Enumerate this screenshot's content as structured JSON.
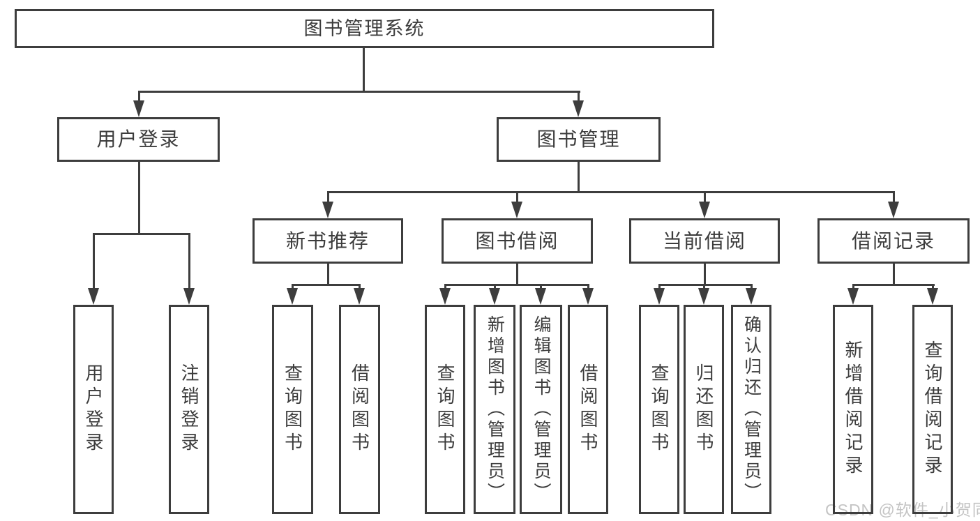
{
  "diagram": {
    "root": {
      "label": "图书管理系统"
    },
    "branches": {
      "user_login": {
        "label": "用户登录",
        "children": [
          "用户登录",
          "注销登录"
        ]
      },
      "book_mgmt": {
        "label": "图书管理"
      }
    },
    "modules": [
      {
        "label": "新书推荐",
        "children": [
          "查询图书",
          "借阅图书"
        ]
      },
      {
        "label": "图书借阅",
        "children": [
          "查询图书",
          "新增图书（管理员）",
          "编辑图书（管理员）",
          "借阅图书"
        ]
      },
      {
        "label": "当前借阅",
        "children": [
          "查询图书",
          "归还图书",
          "确认归还（管理员）"
        ]
      },
      {
        "label": "借阅记录",
        "children": [
          "新增借阅记录",
          "查询借阅记录"
        ]
      }
    ]
  },
  "watermark": {
    "text": "CSDN @软件_小贺同学"
  },
  "colors": {
    "line": "#3d3d3d",
    "text": "#3c3c3c",
    "watermark": "#c4c4c4",
    "background": "#ffffff"
  }
}
